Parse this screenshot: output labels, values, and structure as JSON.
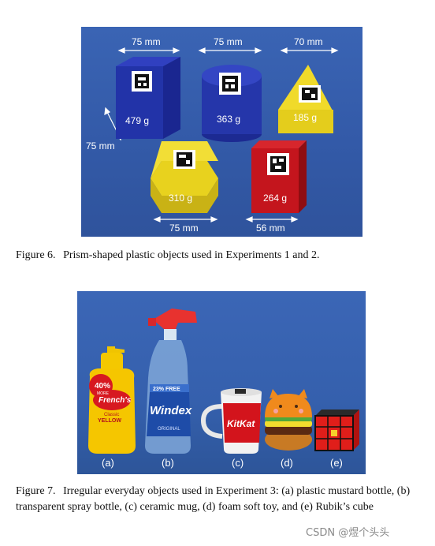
{
  "figure6": {
    "dimensions": {
      "cube_width": "75 mm",
      "cylinder_width": "75 mm",
      "triangle_width": "70 mm",
      "cube_depth": "75 mm",
      "hexagon_width": "75 mm",
      "rect_width": "56 mm"
    },
    "weights": {
      "cube": "479 g",
      "cylinder": "363 g",
      "triangle": "185 g",
      "hexagon": "310 g",
      "rect": "264 g"
    },
    "colors": {
      "blue_object": "#2233a8",
      "yellow_object": "#e8d21e",
      "red_object": "#c4151d",
      "backdrop": "#345cab"
    },
    "caption_number": "Figure 6.",
    "caption_text": "Prism-shaped plastic objects used in Experiments 1 and 2."
  },
  "figure7": {
    "labels": {
      "a": "(a)",
      "b": "(b)",
      "c": "(c)",
      "d": "(d)",
      "e": "(e)"
    },
    "mustard": {
      "badge": "40%",
      "badge_small": "MORE",
      "brand": "French's",
      "sub": "Classic",
      "name": "YELLOW"
    },
    "spray": {
      "badge": "23% FREE",
      "brand": "Windex",
      "name": "ORIGINAL"
    },
    "mug": {
      "brand": "KitKat"
    },
    "caption_number": "Figure 7.",
    "caption_text": "Irregular everyday objects used in Experiment 3: (a) plastic mustard bottle, (b) transparent spray bottle, (c) ceramic mug, (d) foam soft toy, and (e) Rubik’s cube"
  },
  "watermark": "CSDN @煜个头头"
}
